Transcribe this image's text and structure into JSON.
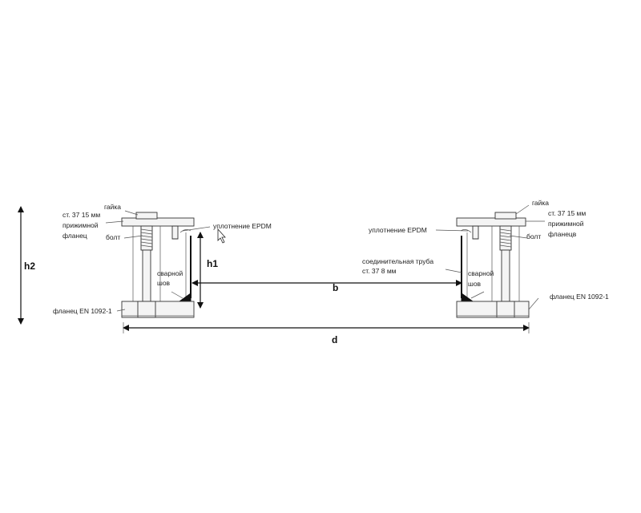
{
  "left": {
    "nut": "гайка",
    "flange_line1": "ст. 37 15 мм",
    "flange_line2": "прижимной",
    "flange_line3": "фланец",
    "bolt": "болт",
    "weld_line1": "сварной",
    "weld_line2": "шов",
    "base_flange": "фланец EN 1092-1",
    "seal": "уплотнение EPDM"
  },
  "right": {
    "nut": "гайка",
    "flange_line1": "ст. 37 15 мм",
    "flange_line2": "прижимной",
    "flange_line3": "фланецв",
    "bolt": "болт",
    "weld_line1": "сварной",
    "weld_line2": "шов",
    "base_flange": "фланец EN 1092-1",
    "seal": "уплотнение EPDM",
    "pipe_line1": "соединительная труба",
    "pipe_line2": "ст. 37 8 мм"
  },
  "dimensions": {
    "h2": "h2",
    "h1": "h1",
    "b": "b",
    "d": "d"
  },
  "colors": {
    "line": "#333333",
    "background": "#ffffff"
  }
}
